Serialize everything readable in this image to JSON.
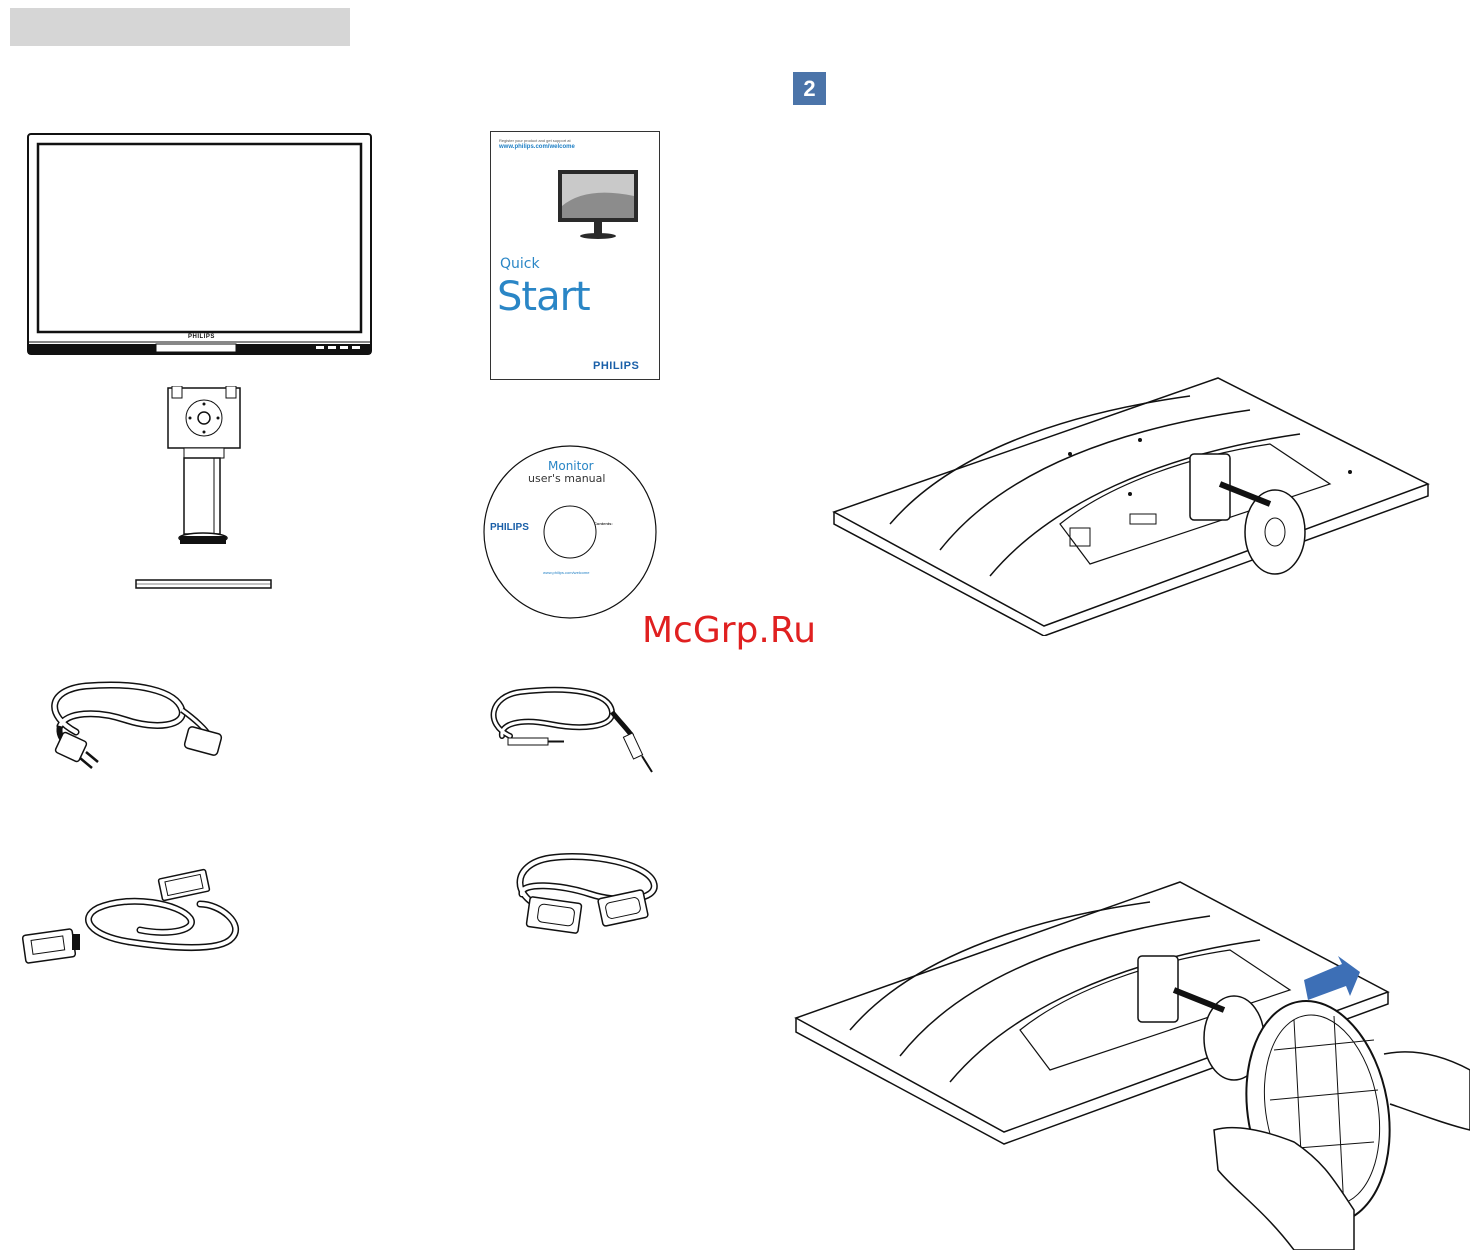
{
  "header": {
    "bar_color": "#d6d6d6"
  },
  "step": {
    "number": "2",
    "color": "#4b74a9"
  },
  "items": {
    "monitor": {
      "brand": "PHILIPS"
    },
    "quick_start": {
      "register_text": "Register your product and get support at",
      "url": "www.philips.com/welcome",
      "title_small": "Quick",
      "title_large": "Start",
      "brand": "PHILIPS"
    },
    "cd": {
      "title_line1": "Monitor",
      "title_line2": "user's manual",
      "brand": "PHILIPS",
      "contents_label": "Contents:",
      "url": "www.philips.com/welcome"
    },
    "icons": [
      "monitor-icon",
      "stand-icon",
      "base-icon",
      "power-cord-icon",
      "audio-cable-icon",
      "dvi-cable-icon",
      "vga-cable-icon",
      "arrow-icon"
    ]
  },
  "watermark": {
    "text": "McGrp.Ru",
    "color": "#e02020"
  }
}
